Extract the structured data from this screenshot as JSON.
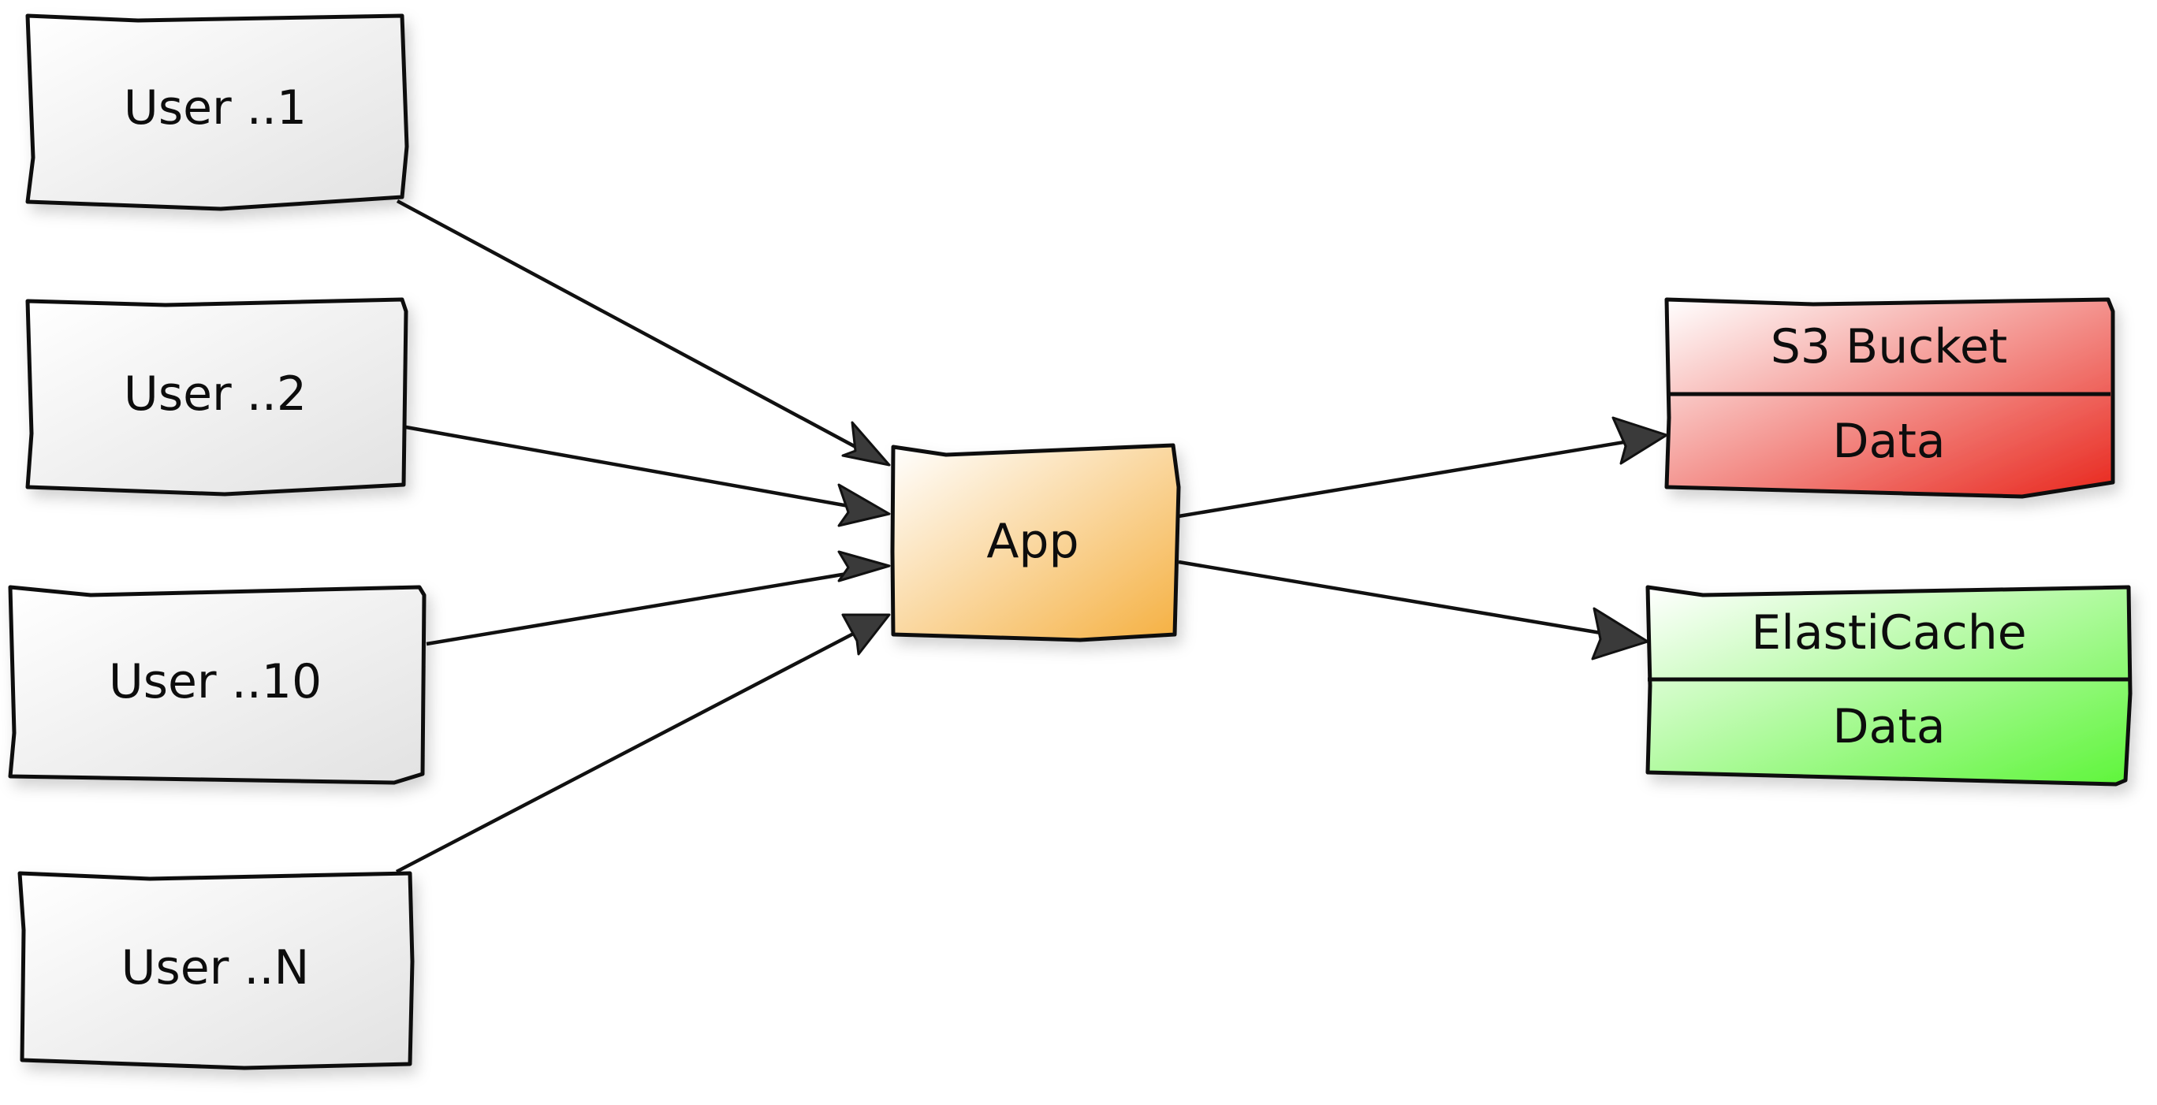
{
  "nodes": {
    "user_1": {
      "label": "User ..1"
    },
    "user_2": {
      "label": "User ..2"
    },
    "user_10": {
      "label": "User ..10"
    },
    "user_n": {
      "label": "User ..N"
    },
    "app": {
      "label": "App",
      "color": "#f5b041"
    },
    "s3": {
      "title": "S3 Bucket",
      "body": "Data",
      "color": "#e8261c"
    },
    "elasticache": {
      "title": "ElastiCache",
      "body": "Data",
      "color": "#5ef53a"
    }
  },
  "colors": {
    "user_fill": "#e6e6e6",
    "stroke": "#111111"
  },
  "edges": [
    {
      "from": "User ..1",
      "to": "App"
    },
    {
      "from": "User ..2",
      "to": "App"
    },
    {
      "from": "User ..10",
      "to": "App"
    },
    {
      "from": "User ..N",
      "to": "App"
    },
    {
      "from": "App",
      "to": "S3 Bucket"
    },
    {
      "from": "App",
      "to": "ElastiCache"
    }
  ]
}
